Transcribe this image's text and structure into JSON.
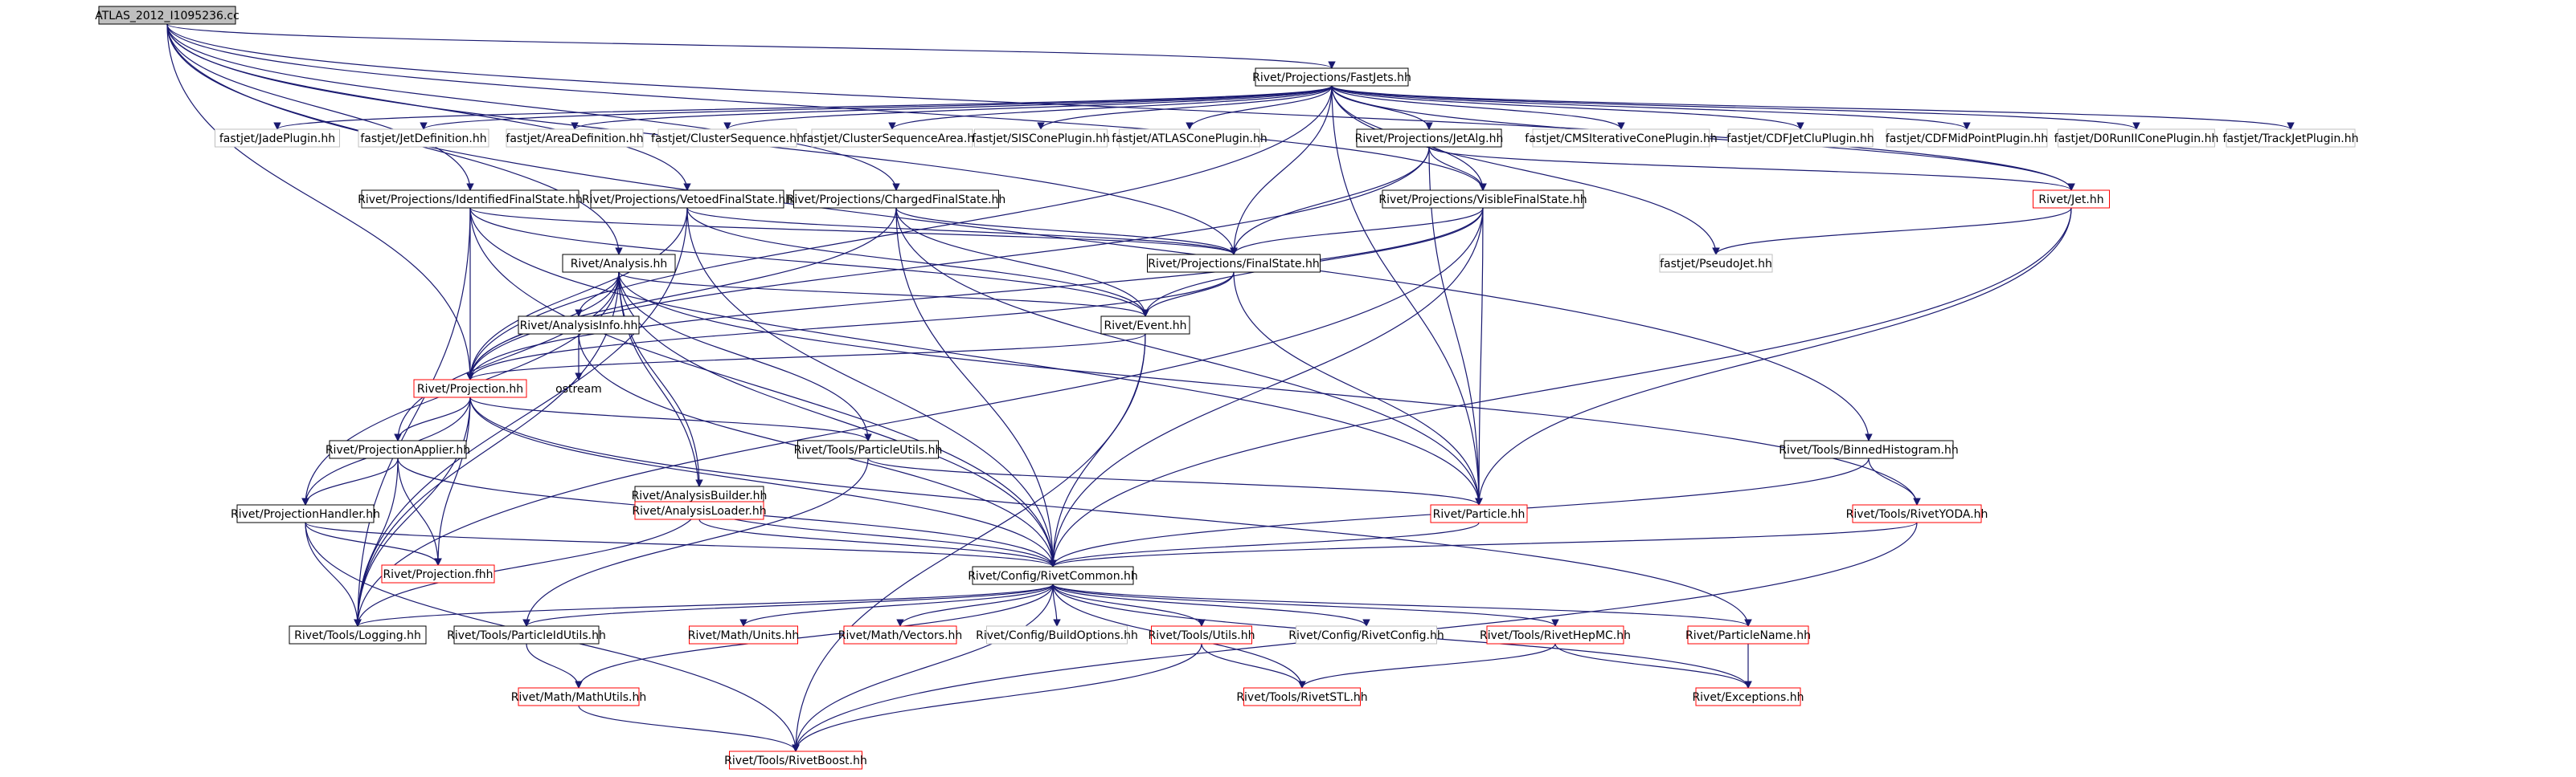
{
  "graph": {
    "nodes": [
      {
        "id": "root",
        "label": "ATLAS_2012_I1095236.cc",
        "style": "root"
      },
      {
        "id": "fastjets",
        "label": "Rivet/Projections/FastJets.hh",
        "style": "black"
      },
      {
        "id": "jadeplugin",
        "label": "fastjet/JadePlugin.hh",
        "style": "gray"
      },
      {
        "id": "jetdefinition",
        "label": "fastjet/JetDefinition.hh",
        "style": "gray"
      },
      {
        "id": "areadefinition",
        "label": "fastjet/AreaDefinition.hh",
        "style": "gray"
      },
      {
        "id": "clustersequence",
        "label": "fastjet/ClusterSequence.hh",
        "style": "gray"
      },
      {
        "id": "clustersequencearea",
        "label": "fastjet/ClusterSequenceArea.hh",
        "style": "gray"
      },
      {
        "id": "siscone",
        "label": "fastjet/SISConePlugin.hh",
        "style": "gray"
      },
      {
        "id": "atlascone",
        "label": "fastjet/ATLASConePlugin.hh",
        "style": "gray"
      },
      {
        "id": "jetalg",
        "label": "Rivet/Projections/JetAlg.hh",
        "style": "black"
      },
      {
        "id": "cmsiterative",
        "label": "fastjet/CMSIterativeConePlugin.hh",
        "style": "gray"
      },
      {
        "id": "cdfjetclu",
        "label": "fastjet/CDFJetCluPlugin.hh",
        "style": "gray"
      },
      {
        "id": "cdfmidpoint",
        "label": "fastjet/CDFMidPointPlugin.hh",
        "style": "gray"
      },
      {
        "id": "d0run",
        "label": "fastjet/D0RunIIConePlugin.hh",
        "style": "gray"
      },
      {
        "id": "trackjet",
        "label": "fastjet/TrackJetPlugin.hh",
        "style": "gray"
      },
      {
        "id": "identified",
        "label": "Rivet/Projections/IdentifiedFinalState.hh",
        "style": "black"
      },
      {
        "id": "vetoed",
        "label": "Rivet/Projections/VetoedFinalState.hh",
        "style": "black"
      },
      {
        "id": "charged",
        "label": "Rivet/Projections/ChargedFinalState.hh",
        "style": "black"
      },
      {
        "id": "visible",
        "label": "Rivet/Projections/VisibleFinalState.hh",
        "style": "black"
      },
      {
        "id": "jet",
        "label": "Rivet/Jet.hh",
        "style": "red"
      },
      {
        "id": "finalstate",
        "label": "Rivet/Projections/FinalState.hh",
        "style": "black"
      },
      {
        "id": "pseudojet",
        "label": "fastjet/PseudoJet.hh",
        "style": "gray"
      },
      {
        "id": "analysis",
        "label": "Rivet/Analysis.hh",
        "style": "black"
      },
      {
        "id": "event",
        "label": "Rivet/Event.hh",
        "style": "black"
      },
      {
        "id": "analysisinfo",
        "label": "Rivet/AnalysisInfo.hh",
        "style": "black"
      },
      {
        "id": "ostream",
        "label": "ostream",
        "style": "plain"
      },
      {
        "id": "projection",
        "label": "Rivet/Projection.hh",
        "style": "red"
      },
      {
        "id": "projapplier",
        "label": "Rivet/ProjectionApplier.hh",
        "style": "black"
      },
      {
        "id": "analysisbuilder",
        "label": "Rivet/AnalysisBuilder.hh",
        "style": "black"
      },
      {
        "id": "particleutils",
        "label": "Rivet/Tools/ParticleUtils.hh",
        "style": "black"
      },
      {
        "id": "binnedhisto",
        "label": "Rivet/Tools/BinnedHistogram.hh",
        "style": "black"
      },
      {
        "id": "projhandler",
        "label": "Rivet/ProjectionHandler.hh",
        "style": "black"
      },
      {
        "id": "analysisloader",
        "label": "Rivet/AnalysisLoader.hh",
        "style": "red"
      },
      {
        "id": "particle",
        "label": "Rivet/Particle.hh",
        "style": "red"
      },
      {
        "id": "rivetyoda",
        "label": "Rivet/Tools/RivetYODA.hh",
        "style": "red"
      },
      {
        "id": "projfhh",
        "label": "Rivet/Projection.fhh",
        "style": "red"
      },
      {
        "id": "rivetcommon",
        "label": "Rivet/Config/RivetCommon.hh",
        "style": "black"
      },
      {
        "id": "logging",
        "label": "Rivet/Tools/Logging.hh",
        "style": "black"
      },
      {
        "id": "particleidutils",
        "label": "Rivet/Tools/ParticleIdUtils.hh",
        "style": "black"
      },
      {
        "id": "units",
        "label": "Rivet/Math/Units.hh",
        "style": "red"
      },
      {
        "id": "vectors",
        "label": "Rivet/Math/Vectors.hh",
        "style": "red"
      },
      {
        "id": "buildoptions",
        "label": "Rivet/Config/BuildOptions.hh",
        "style": "gray"
      },
      {
        "id": "utils",
        "label": "Rivet/Tools/Utils.hh",
        "style": "red"
      },
      {
        "id": "rivetconfig",
        "label": "Rivet/Config/RivetConfig.hh",
        "style": "gray"
      },
      {
        "id": "rivethepmc",
        "label": "Rivet/Tools/RivetHepMC.hh",
        "style": "red"
      },
      {
        "id": "particlename",
        "label": "Rivet/ParticleName.hh",
        "style": "red"
      },
      {
        "id": "mathutils",
        "label": "Rivet/Math/MathUtils.hh",
        "style": "red"
      },
      {
        "id": "rivetstl",
        "label": "Rivet/Tools/RivetSTL.hh",
        "style": "red"
      },
      {
        "id": "exceptions",
        "label": "Rivet/Exceptions.hh",
        "style": "red"
      },
      {
        "id": "rivetboost",
        "label": "Rivet/Tools/RivetBoost.hh",
        "style": "red"
      }
    ],
    "edges": [
      [
        "root",
        "fastjets"
      ],
      [
        "root",
        "analysis"
      ],
      [
        "root",
        "identified"
      ],
      [
        "root",
        "vetoed"
      ],
      [
        "root",
        "charged"
      ],
      [
        "root",
        "visible"
      ],
      [
        "root",
        "finalstate"
      ],
      [
        "root",
        "binnedhisto"
      ],
      [
        "root",
        "jet"
      ],
      [
        "root",
        "projection"
      ],
      [
        "fastjets",
        "jadeplugin"
      ],
      [
        "fastjets",
        "jetdefinition"
      ],
      [
        "fastjets",
        "areadefinition"
      ],
      [
        "fastjets",
        "clustersequence"
      ],
      [
        "fastjets",
        "clustersequencearea"
      ],
      [
        "fastjets",
        "siscone"
      ],
      [
        "fastjets",
        "atlascone"
      ],
      [
        "fastjets",
        "jetalg"
      ],
      [
        "fastjets",
        "cmsiterative"
      ],
      [
        "fastjets",
        "cdfjetclu"
      ],
      [
        "fastjets",
        "cdfmidpoint"
      ],
      [
        "fastjets",
        "d0run"
      ],
      [
        "fastjets",
        "trackjet"
      ],
      [
        "fastjets",
        "finalstate"
      ],
      [
        "fastjets",
        "jet"
      ],
      [
        "fastjets",
        "pseudojet"
      ],
      [
        "fastjets",
        "particle"
      ],
      [
        "fastjets",
        "projection"
      ],
      [
        "fastjets",
        "visible"
      ],
      [
        "jetalg",
        "visible"
      ],
      [
        "jetalg",
        "jet"
      ],
      [
        "jetalg",
        "finalstate"
      ],
      [
        "jetalg",
        "particle"
      ],
      [
        "jetalg",
        "projection"
      ],
      [
        "identified",
        "finalstate"
      ],
      [
        "identified",
        "event"
      ],
      [
        "identified",
        "projection"
      ],
      [
        "identified",
        "logging"
      ],
      [
        "identified",
        "rivetcommon"
      ],
      [
        "identified",
        "particle"
      ],
      [
        "vetoed",
        "finalstate"
      ],
      [
        "vetoed",
        "event"
      ],
      [
        "vetoed",
        "projection"
      ],
      [
        "vetoed",
        "rivetcommon"
      ],
      [
        "vetoed",
        "logging"
      ],
      [
        "charged",
        "finalstate"
      ],
      [
        "charged",
        "event"
      ],
      [
        "charged",
        "projection"
      ],
      [
        "charged",
        "rivetcommon"
      ],
      [
        "charged",
        "particle"
      ],
      [
        "visible",
        "finalstate"
      ],
      [
        "visible",
        "event"
      ],
      [
        "visible",
        "projection"
      ],
      [
        "visible",
        "rivetcommon"
      ],
      [
        "visible",
        "particle"
      ],
      [
        "visible",
        "logging"
      ],
      [
        "jet",
        "pseudojet"
      ],
      [
        "jet",
        "particle"
      ],
      [
        "jet",
        "rivetcommon"
      ],
      [
        "finalstate",
        "event"
      ],
      [
        "finalstate",
        "projection"
      ],
      [
        "finalstate",
        "particle"
      ],
      [
        "analysis",
        "event"
      ],
      [
        "analysis",
        "analysisinfo"
      ],
      [
        "analysis",
        "projection"
      ],
      [
        "analysis",
        "projapplier"
      ],
      [
        "analysis",
        "analysisbuilder"
      ],
      [
        "analysis",
        "particleutils"
      ],
      [
        "analysis",
        "rivetcommon"
      ],
      [
        "analysis",
        "logging"
      ],
      [
        "analysis",
        "rivetyoda"
      ],
      [
        "analysis",
        "analysisloader"
      ],
      [
        "analysis",
        "projhandler"
      ],
      [
        "event",
        "projection"
      ],
      [
        "event",
        "rivetcommon"
      ],
      [
        "event",
        "rivetboost"
      ],
      [
        "analysisinfo",
        "ostream"
      ],
      [
        "analysisinfo",
        "rivetcommon"
      ],
      [
        "projection",
        "projapplier"
      ],
      [
        "projection",
        "projhandler"
      ],
      [
        "projection",
        "projfhh"
      ],
      [
        "projection",
        "rivetcommon"
      ],
      [
        "projection",
        "logging"
      ],
      [
        "projection",
        "particlename"
      ],
      [
        "projection",
        "particleutils"
      ],
      [
        "projapplier",
        "projhandler"
      ],
      [
        "projapplier",
        "projfhh"
      ],
      [
        "projapplier",
        "logging"
      ],
      [
        "projapplier",
        "rivetcommon"
      ],
      [
        "analysisbuilder",
        "analysisloader"
      ],
      [
        "analysisbuilder",
        "rivetcommon"
      ],
      [
        "analysisbuilder",
        "logging"
      ],
      [
        "particleutils",
        "particle"
      ],
      [
        "particleutils",
        "particleidutils"
      ],
      [
        "binnedhisto",
        "rivetyoda"
      ],
      [
        "binnedhisto",
        "rivetcommon"
      ],
      [
        "projhandler",
        "projfhh"
      ],
      [
        "projhandler",
        "rivetcommon"
      ],
      [
        "projhandler",
        "logging"
      ],
      [
        "projhandler",
        "rivetboost"
      ],
      [
        "analysisloader",
        "rivetcommon"
      ],
      [
        "particle",
        "rivetcommon"
      ],
      [
        "rivetyoda",
        "rivetcommon"
      ],
      [
        "rivetyoda",
        "rivetboost"
      ],
      [
        "rivetcommon",
        "logging"
      ],
      [
        "rivetcommon",
        "particleidutils"
      ],
      [
        "rivetcommon",
        "units"
      ],
      [
        "rivetcommon",
        "vectors"
      ],
      [
        "rivetcommon",
        "buildoptions"
      ],
      [
        "rivetcommon",
        "utils"
      ],
      [
        "rivetcommon",
        "rivetconfig"
      ],
      [
        "rivetcommon",
        "rivethepmc"
      ],
      [
        "rivetcommon",
        "particlename"
      ],
      [
        "rivetcommon",
        "mathutils"
      ],
      [
        "rivetcommon",
        "rivetstl"
      ],
      [
        "rivetcommon",
        "exceptions"
      ],
      [
        "rivetcommon",
        "rivetboost"
      ],
      [
        "particleidutils",
        "mathutils"
      ],
      [
        "mathutils",
        "rivetboost"
      ],
      [
        "utils",
        "rivetstl"
      ],
      [
        "utils",
        "rivetboost"
      ],
      [
        "rivethepmc",
        "rivetstl"
      ],
      [
        "rivethepmc",
        "exceptions"
      ],
      [
        "particlename",
        "exceptions"
      ]
    ],
    "colors": {
      "edge": "#191970",
      "black_border": "#000000",
      "red_border": "#ff0000",
      "gray_border": "#bfbfbf",
      "root_fill": "#bfbfbf",
      "node_fill": "#ffffff",
      "text": "#000000"
    }
  }
}
